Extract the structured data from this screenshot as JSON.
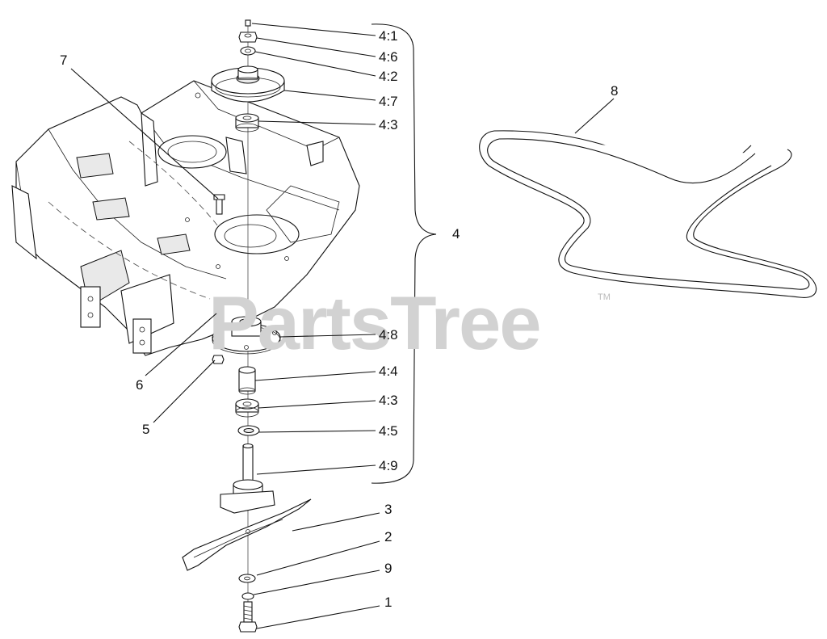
{
  "watermark": "PartsTree",
  "watermark_mark": "TM",
  "callouts": {
    "c4_1": "4:1",
    "c4_6": "4:6",
    "c4_2": "4:2",
    "c4_7": "4:7",
    "c4_3_top": "4:3",
    "c4_8": "4:8",
    "c4_4": "4:4",
    "c4_3_bottom": "4:3",
    "c4_5": "4:5",
    "c4_9": "4:9",
    "c4": "4",
    "c7": "7",
    "c6": "6",
    "c5": "5",
    "c8": "8",
    "c3": "3",
    "c2": "2",
    "c9": "9",
    "c1": "1"
  }
}
